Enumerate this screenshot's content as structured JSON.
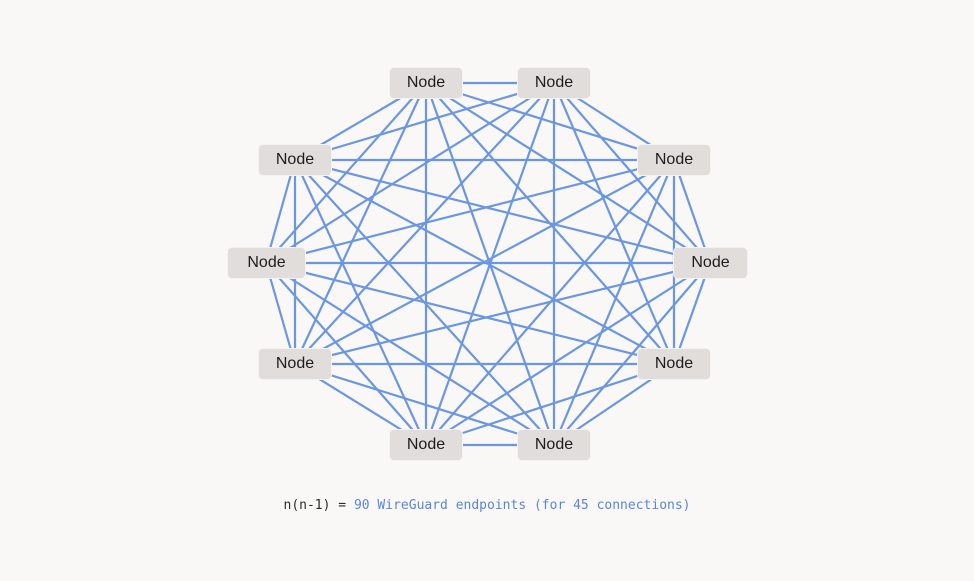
{
  "nodes": [
    {
      "label": "Node"
    },
    {
      "label": "Node"
    },
    {
      "label": "Node"
    },
    {
      "label": "Node"
    },
    {
      "label": "Node"
    },
    {
      "label": "Node"
    },
    {
      "label": "Node"
    },
    {
      "label": "Node"
    },
    {
      "label": "Node"
    },
    {
      "label": "Node"
    }
  ],
  "caption": {
    "formula": "n(n-1) = ",
    "highlight": "90 WireGuard endpoints (for 45 connections)"
  },
  "colors": {
    "background": "#f9f8f7",
    "edge": "#6b96e2",
    "node_fill": "#e0dddb",
    "highlight_text": "#5a86d8"
  }
}
